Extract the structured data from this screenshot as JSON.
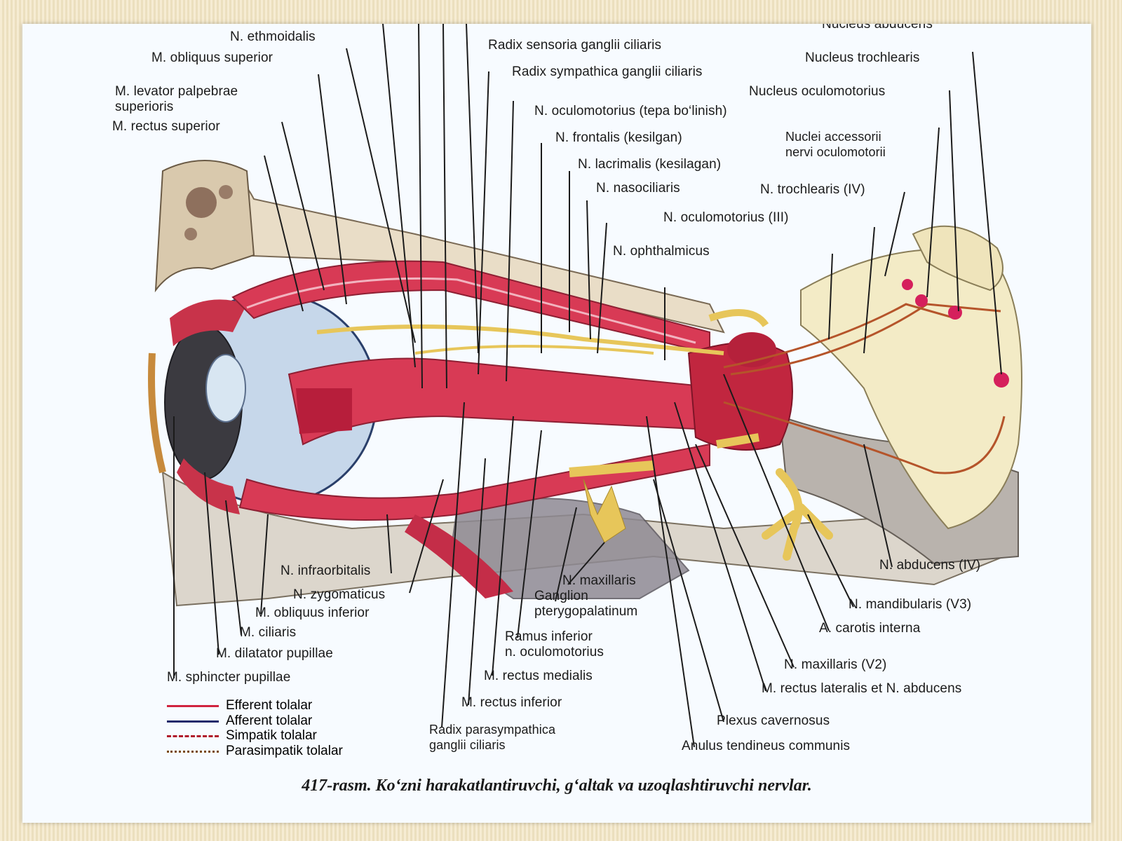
{
  "figure": {
    "caption": "417-rasm. Ko‘zni harakatlantiruvchi, g‘altak va uzoqlashtiruvchi nervlar.",
    "labels": {
      "top_cut": "Nucleus abducens",
      "ethmoidalis": "N. ethmoidalis",
      "obliquus_superior": "M. obliquus superior",
      "levator": "M. levator palpebrae\nsuperioris",
      "rectus_superior": "M. rectus superior",
      "radix_sensoria": "Radix sensoria ganglii ciliaris",
      "radix_sympathica": "Radix sympathica ganglii ciliaris",
      "oculomotorius_tepa": "N. oculomotorius (tepa bo‘linish)",
      "frontalis": "N. frontalis (kesilgan)",
      "lacrimalis": "N. lacrimalis (kesilagan)",
      "nasociliaris": "N. nasociliaris",
      "ophthalmicus": "N. ophthalmicus",
      "oculomotorius_iii": "N. oculomotorius (III)",
      "trochlearis_iv": "N. trochlearis (IV)",
      "nucleus_trochlearis": "Nucleus trochlearis",
      "nucleus_oculomotorius": "Nucleus oculomotorius",
      "nuclei_accessorii": "Nuclei accessorii\nnervi oculomotorii",
      "abducens_iv": "N. abducens (IV)",
      "mandibularis": "N. mandibularis (V3)",
      "carotis": "A. carotis interna",
      "maxillaris_v2": "N. maxillaris (V2)",
      "rectus_lateralis": "M. rectus lateralis et N. abducens",
      "plexus": "Plexus cavernosus",
      "anulus": "Anulus tendineus communis",
      "infraorbitalis": "N. infraorbitalis",
      "zygomaticus": "N. zygomaticus",
      "obliquus_inferior": "M. obliquus inferior",
      "ciliaris": "M. ciliaris",
      "dilatator": "M. dilatator pupillae",
      "sphincter": "M. sphincter pupillae",
      "maxillaris": "N. maxillaris",
      "ganglion": "Ganglion\npterygopalatinum",
      "ramus_inferior": "Ramus inferior\nn. oculomotorius",
      "rectus_medialis": "M. rectus medialis",
      "rectus_inferior": "M. rectus inferior",
      "radix_parasympathica": "Radix parasympathica\nganglii ciliaris"
    },
    "legend": [
      {
        "label": "Efferent tolalar",
        "color": "#d0243f",
        "style": "solid"
      },
      {
        "label": "Afferent tolalar",
        "color": "#1f2a6b",
        "style": "solid"
      },
      {
        "label": "Simpatik tolalar",
        "color": "#b01d2c",
        "style": "dashed"
      },
      {
        "label": "Parasimpatik tolalar",
        "color": "#7a4a10",
        "style": "dotted"
      }
    ]
  }
}
